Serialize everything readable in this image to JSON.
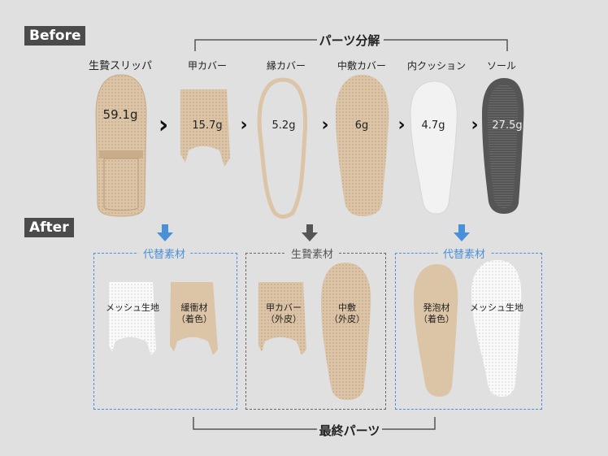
{
  "before_label": "Before",
  "after_label": "After",
  "decompose_title": "パーツ分解",
  "final_title": "最終パーツ",
  "parts": [
    {
      "name": "生贄スリッパ",
      "weight": "59.1g"
    },
    {
      "name": "甲カバー",
      "weight": "15.7g"
    },
    {
      "name": "縁カバー",
      "weight": "5.2g"
    },
    {
      "name": "中敷カバー",
      "weight": "6g"
    },
    {
      "name": "内クッション",
      "weight": "4.7g"
    },
    {
      "name": "ソール",
      "weight": "27.5g"
    }
  ],
  "groups": [
    {
      "title": "代替素材",
      "items": [
        {
          "l1": "メッシュ生地",
          "l2": ""
        },
        {
          "l1": "緩衝材",
          "l2": "（着色）"
        }
      ]
    },
    {
      "title": "生贄素材",
      "items": [
        {
          "l1": "甲カバー",
          "l2": "（外皮）"
        },
        {
          "l1": "中敷",
          "l2": "（外皮）"
        }
      ]
    },
    {
      "title": "代替素材",
      "items": [
        {
          "l1": "発泡材",
          "l2": "（着色）"
        },
        {
          "l1": "メッシュ生地",
          "l2": ""
        }
      ]
    }
  ],
  "colors": {
    "beige": "#dcc4a6",
    "blue": "#4a90d9",
    "dark": "#555555",
    "sole": "#555555"
  }
}
